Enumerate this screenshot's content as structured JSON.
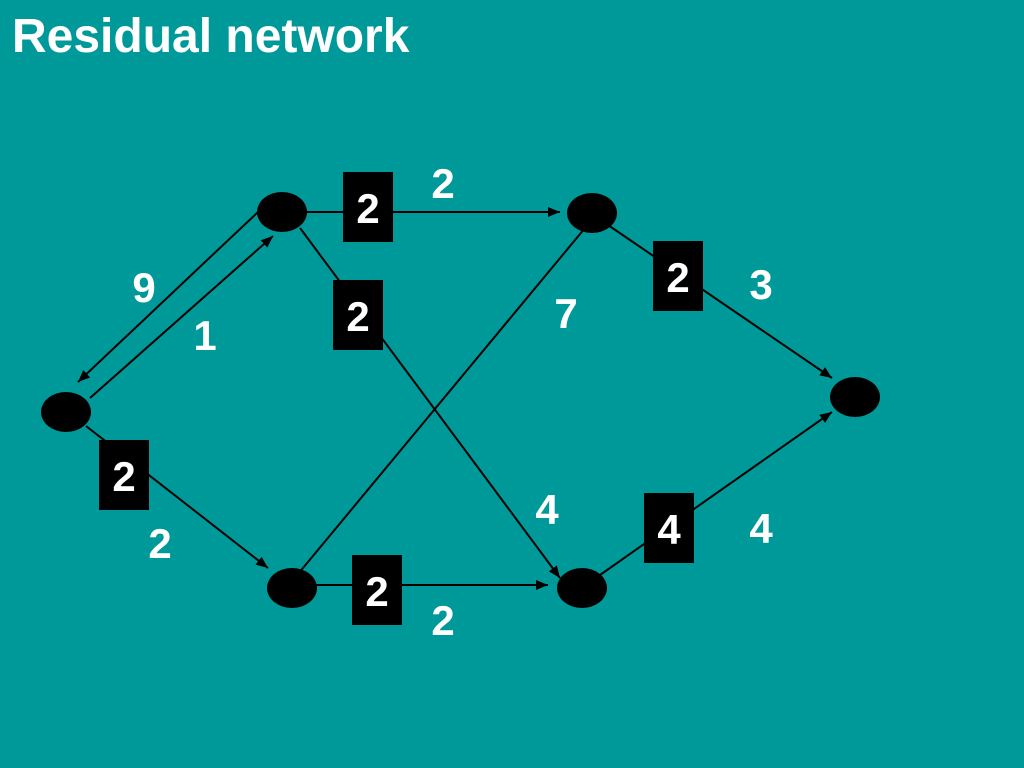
{
  "title": "Residual network",
  "colors": {
    "background": "#009999",
    "title": "#ffffff",
    "node": "#000000",
    "edge": "#000000",
    "flow_box": "#000000",
    "flow_text": "#ffffff",
    "capacity_text": "#ffffff"
  },
  "diagram": {
    "flow_labels": [
      "2",
      "2",
      "2",
      "2",
      "2",
      "4"
    ],
    "capacity_labels": [
      "2",
      "9",
      "1",
      "7",
      "3",
      "4",
      "2",
      "2",
      "4"
    ]
  }
}
